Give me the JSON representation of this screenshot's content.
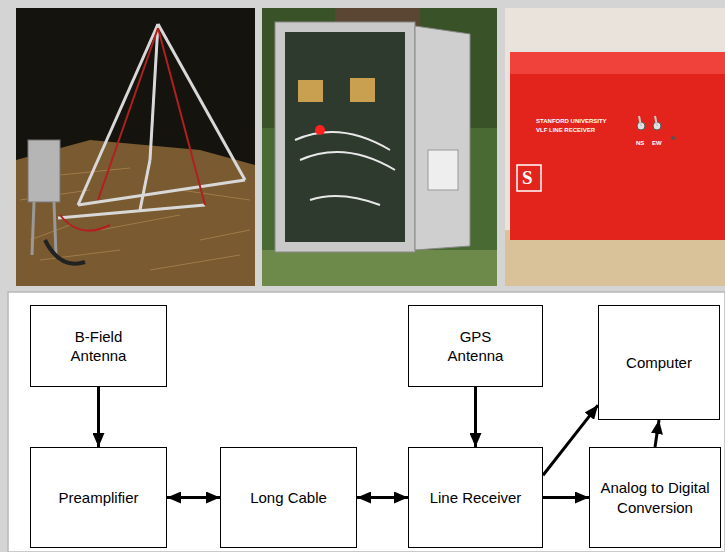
{
  "diagram": {
    "nodes": [
      {
        "text": [
          "B-Field Antenna"
        ]
      },
      {
        "text": [
          "GPS Antenna"
        ]
      },
      {
        "text": [
          "Computer"
        ]
      },
      {
        "text": [
          "Preamplifier"
        ]
      },
      {
        "text": [
          "Long Cable"
        ]
      },
      {
        "text": [
          "Line Receiver"
        ]
      },
      {
        "text": [
          "Analog to Digital Conversion"
        ]
      }
    ],
    "edges": [
      {
        "from": 0,
        "to": 3,
        "arrow": "to"
      },
      {
        "from": 3,
        "to": 4,
        "arrow": "both"
      },
      {
        "from": 4,
        "to": 5,
        "arrow": "both"
      },
      {
        "from": 1,
        "to": 5,
        "arrow": "to"
      },
      {
        "from": 5,
        "to": 2,
        "arrow": "to"
      },
      {
        "from": 5,
        "to": 6,
        "arrow": "to"
      },
      {
        "from": 6,
        "to": 2,
        "arrow": "to"
      }
    ],
    "labels": [
      "STANFORD UNIVERSITY",
      "VLF LINE RECEIVER",
      "NS",
      "EW",
      "S"
    ]
  }
}
